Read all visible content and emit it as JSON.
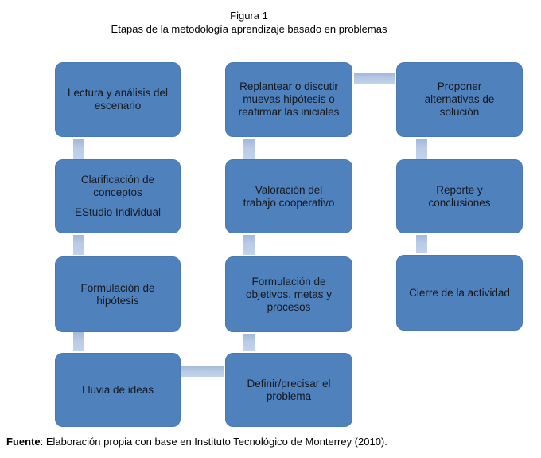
{
  "title": {
    "line1": "Figura 1",
    "line2": "Etapas de la metodología aprendizaje basado en problemas"
  },
  "diagram": {
    "col1": [
      {
        "label": "Lectura y análisis del\nescenario"
      },
      {
        "label": "Clarificación de\nconceptos",
        "label2": "EStudio Individual"
      },
      {
        "label": "Formulación de\nhipótesis"
      },
      {
        "label": "Lluvia de ideas"
      }
    ],
    "col2": [
      {
        "label": "Replantear o discutir\nmuevas hipótesis o\nreafirmar las iniciales"
      },
      {
        "label": "Valoración del\ntrabajo cooperativo"
      },
      {
        "label": "Formulación de\nobjetivos, metas y\nprocesos"
      },
      {
        "label": "Definir/precisar el\nproblema"
      }
    ],
    "col3": [
      {
        "label": "Proponer\nalternativas de\nsolución"
      },
      {
        "label": "Reporte y\nconclusiones"
      },
      {
        "label": "Cierre de la actividad"
      }
    ]
  },
  "source": {
    "label": "Fuente",
    "text": ": Elaboración propia con base en Instituto Tecnológico de Monterrey (2010)."
  },
  "colors": {
    "box_fill": "#4f81bd",
    "box_edge": "#4a79b0",
    "box_text": "#15181e",
    "connector_fill": "#b9cbe5",
    "connector_dark": "#a3b9da",
    "connector_light": "#c1d2ea",
    "text_color": "#000000",
    "page_bg": "#ffffff"
  }
}
